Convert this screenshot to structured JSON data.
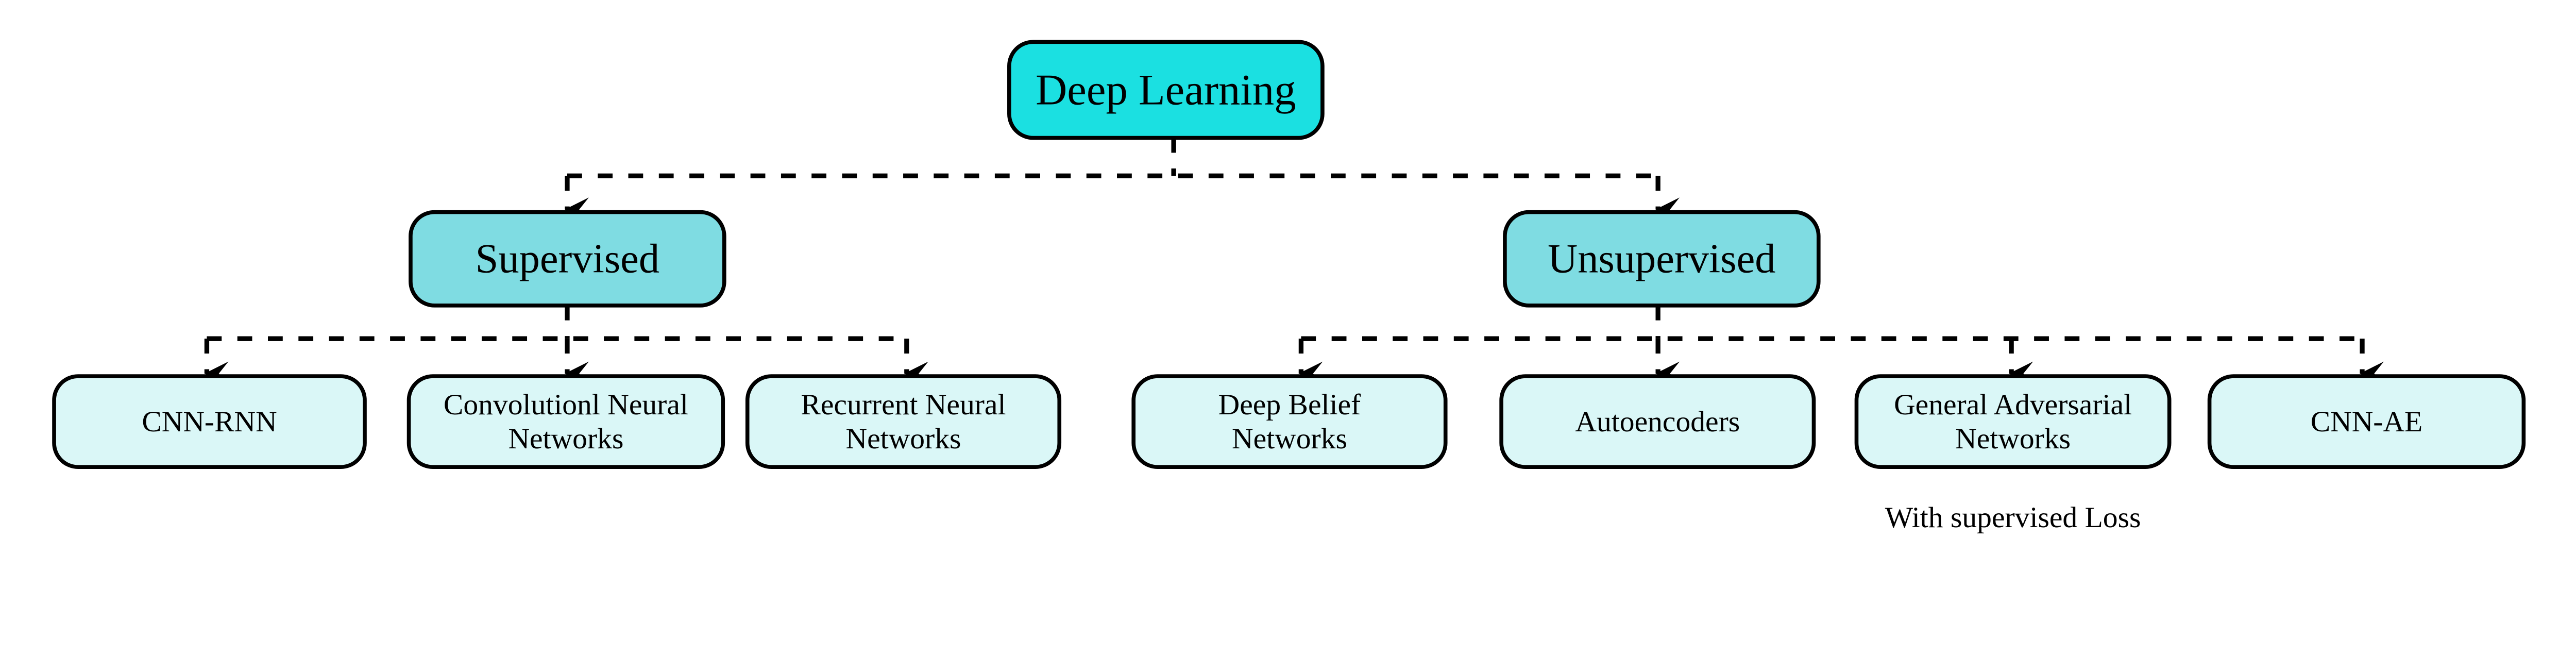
{
  "colors": {
    "root_fill": "#1BE0E1",
    "category_fill": "#7FDCE2",
    "leaf_fill": "#DAF7F7",
    "stroke": "#000000"
  },
  "root": {
    "label": [
      "Deep Learning"
    ]
  },
  "categories": [
    {
      "label": [
        "Supervised"
      ],
      "children": [
        {
          "label": [
            "CNN-RNN"
          ]
        },
        {
          "label": [
            "Convolutionl Neural",
            "Networks"
          ]
        },
        {
          "label": [
            "Recurrent Neural",
            "Networks"
          ]
        }
      ]
    },
    {
      "label": [
        "Unsupervised"
      ],
      "children": [
        {
          "label": [
            "Deep Belief",
            "Networks"
          ]
        },
        {
          "label": [
            "Autoencoders"
          ]
        },
        {
          "label": [
            "General Adversarial",
            "Networks"
          ],
          "note": "With supervised Loss"
        },
        {
          "label": [
            "CNN-AE"
          ]
        }
      ]
    }
  ]
}
